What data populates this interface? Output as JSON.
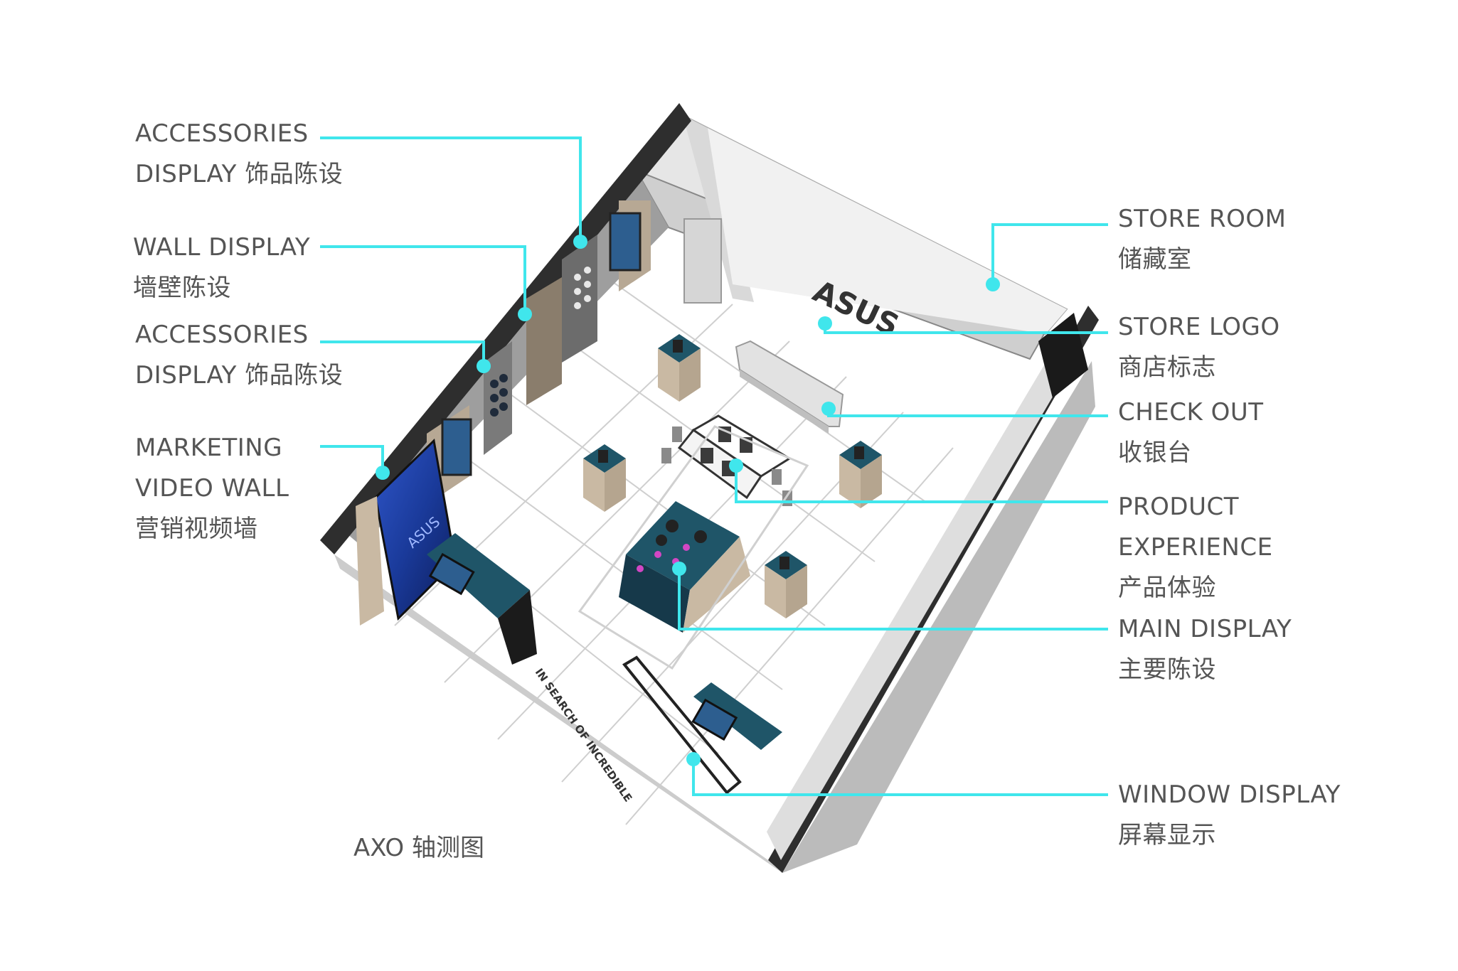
{
  "labels": {
    "accessories_top": {
      "line1": "ACCESSORIES",
      "line2": "DISPLAY 饰品陈设"
    },
    "wall_display": {
      "line1": "WALL DISPLAY",
      "line2": "墙壁陈设"
    },
    "accessories_mid": {
      "line1": "ACCESSORIES",
      "line2": "DISPLAY 饰品陈设"
    },
    "marketing": {
      "line1": "MARKETING",
      "line2": "VIDEO WALL",
      "line3": "营销视频墙"
    },
    "store_room": {
      "line1": "STORE ROOM",
      "line2": "储藏室"
    },
    "store_logo": {
      "line1": "STORE LOGO",
      "line2": "商店标志"
    },
    "check_out": {
      "line1": "CHECK OUT",
      "line2": "收银台"
    },
    "product_experience": {
      "line1": "PRODUCT",
      "line2": "EXPERIENCE",
      "line3": "产品体验"
    },
    "main_display": {
      "line1": "MAIN DISPLAY",
      "line2": "主要陈设"
    },
    "window_display": {
      "line1": "WINDOW DISPLAY",
      "line2": "屏幕显示"
    }
  },
  "caption": "AXO 轴测图",
  "store_texts": {
    "brand_logo": "ASUS",
    "floor_slogan": "IN SEARCH OF INCREDIBLE",
    "video_wall_logo": "ASUS"
  },
  "colors": {
    "leader": "#40e6ec",
    "wall_dark": "#2e2e2e",
    "display_blue": "#1f5568",
    "wood": "#c9b9a3",
    "label_text": "#555555"
  }
}
